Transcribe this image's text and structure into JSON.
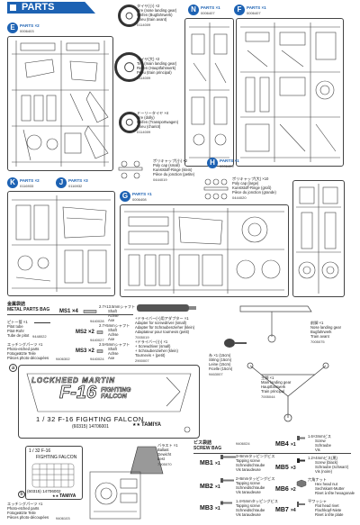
{
  "header": {
    "title": "PARTS"
  },
  "parts": {
    "E": {
      "letter": "E",
      "qty": "PARTS ×2",
      "code": "0006403"
    },
    "tires": [
      {
        "name": "タイヤ(小) ×2",
        "lines": [
          "Tire (nose landing gear)",
          "Reifen (Bugfahrwerk)",
          "Pneu (train avant)"
        ],
        "code": "0114009"
      },
      {
        "name": "タイヤ(大) ×2",
        "lines": [
          "Tire (main landing gear)",
          "Reifen (Hauptfahrwerk)",
          "Pneu (train principal)"
        ],
        "code": "0114009"
      },
      {
        "name": "ドーリータイヤ ×4",
        "lines": [
          "Tire (dolly)",
          "Reifen (Transportwagen)",
          "Pneu (chariot)"
        ],
        "code": "0114009"
      }
    ],
    "N": {
      "letter": "N",
      "qty": "PARTS ×1",
      "code": "0006407"
    },
    "F": {
      "letter": "F",
      "qty": "PARTS ×1",
      "code": "0006407"
    },
    "H": {
      "letter": "H",
      "qty": "PARTS ×1",
      "code": "0006409"
    },
    "poly_small": {
      "name": "ポリキャップ(小) ×2",
      "lines": [
        "Poly cap (small)",
        "Kunststoff-Ringe (klein)",
        "Pièce du jonction (petite)"
      ],
      "code": "0444019"
    },
    "poly_large": {
      "name": "ポリキャップ(大) ×10",
      "lines": [
        "Poly cap (large)",
        "Kunststoff-Ringe (groß)",
        "Pièce du jonction (grande)"
      ],
      "code": "0444020"
    },
    "K": {
      "letter": "K",
      "qty": "PARTS ×2",
      "code": "0116933"
    },
    "J": {
      "letter": "J",
      "qty": "PARTS ×3",
      "code": "0116932"
    },
    "G": {
      "letter": "G",
      "qty": "PARTS ×1",
      "code": "0006408"
    }
  },
  "metal_bag": {
    "title": "金属袋詰",
    "subtitle": "METAL PARTS BAG",
    "ms1": "MS1 ×4",
    "ms1_desc": [
      "2.7×13.5mmシャフト",
      "Shaft",
      "Achse",
      "Axe"
    ],
    "ms1_code": "9440028",
    "ms2": "MS2 ×2",
    "ms2_desc": [
      "2.7×5mmシャフト",
      "Shaft",
      "Achse",
      "Axe"
    ],
    "ms2_code": "9440027",
    "ms3": "MS3 ×2",
    "ms3_desc": [
      "2.5×5mmシャフト",
      "Shaft",
      "Achse",
      "Axe"
    ],
    "ms3_code": "9440024",
    "pitot": [
      "ピトー管 ×1",
      "Pitot tube",
      "Pitot-Rohr",
      "Tube de pitot"
    ],
    "pitot_code": "9448022",
    "photo_etched": [
      "エッチングパーツ ×1",
      "Photo-etched parts",
      "Fotogeätzte Teile",
      "Pièces photo-découpées"
    ],
    "photo_code": "9406302"
  },
  "tools": {
    "screwdriver": [
      "+ドライバー(+)用アダプター ×1",
      "Adapter for screwdriver (small)",
      "Adapter für Schraubenzieher (klein)",
      "Adaptateur pour tournevis (petit)"
    ],
    "screwdriver_code": "7005019",
    "screwdriver2": [
      "+ドライバー(小) ×1",
      "+ Screwdriver (small)",
      "+ Schraubenzieher (klein)",
      "Tournevis + (petit)"
    ],
    "screwdriver2_code": "2900007",
    "string": [
      "糸 ×1 (15cm)",
      "String (15cm)",
      "Leine (15cm)",
      "Ficelle (15cm)"
    ],
    "string_code": "9463007",
    "main_gear": [
      "主脚 ×1",
      "Main landing gear",
      "Hauptfahrwerk",
      "Train principal"
    ],
    "main_gear_code": "7005044",
    "nose_gear": [
      "前脚 ×1",
      "Nose landing gear",
      "Bugfahrwerk",
      "Train avant"
    ],
    "nose_gear_code": "7005075"
  },
  "decal": {
    "label_a": "a",
    "label_b": "b",
    "line1": "LOCKHEED MARTIN",
    "line2": "F-16",
    "line3": "FIGHTING FALCON",
    "bottom": "1 / 32   F-16  FIGHTING FALCON",
    "catalog": "(60315) 14706001",
    "brand": "TAMIYA",
    "small1": "1 / 32   F-16",
    "small2": "FIGHTING FALCON",
    "small_catalog": "(60315) 14706002",
    "small_brand": "TAMIYA",
    "etch2": [
      "エッチングパーツ ×1",
      "Photo-etched parts",
      "Fotogeätzte Teile",
      "Pièces photo-découpées"
    ],
    "etch2_code": "9406103"
  },
  "ballast": {
    "lines": [
      "バラスト ×1",
      "Ballast",
      "Gewicht",
      "Lest"
    ],
    "code": "7005070"
  },
  "screw_bag": {
    "title": "ビス袋詰",
    "subtitle": "SCREW BAG",
    "code": "9406024",
    "mb1": {
      "id": "MB1",
      "qty": "×1",
      "lines": [
        "3×6mmタッピングビス",
        "Tapping screw",
        "Schneidschraube",
        "Vis taraudeuse"
      ]
    },
    "mb2": {
      "id": "MB2",
      "qty": "×1",
      "lines": [
        "2×6mmタッピングビス",
        "Tapping screw",
        "Schneidschraube",
        "Vis taraudeuse"
      ]
    },
    "mb3": {
      "id": "MB3",
      "qty": "×1",
      "lines": [
        "1.4×5mmタッピングビス",
        "Tapping screw",
        "Schneidschraube",
        "Vis taraudeuse"
      ]
    },
    "mb4": {
      "id": "MB4",
      "qty": "×1",
      "lines": [
        "1.6×3mmビス",
        "Screw",
        "Schraube",
        "Vis"
      ]
    },
    "mb5": {
      "id": "MB5",
      "qty": "×3",
      "lines": [
        "1.2×4mmビス(黒)",
        "Screw (black)",
        "Schraube (schwarz)",
        "Vis (noire)"
      ]
    },
    "mb6": {
      "id": "MB6",
      "qty": "×2",
      "lines": [
        "六角ナット",
        "Hex head nut",
        "Sechskant-Mutter",
        "Rivet à tête hexagonale"
      ]
    },
    "mb7": {
      "id": "MB7",
      "qty": "×4",
      "lines": [
        "平ワッシャ",
        "Flat head rivet",
        "Flachkopf-Niete",
        "Rivet à tête plate"
      ]
    }
  }
}
